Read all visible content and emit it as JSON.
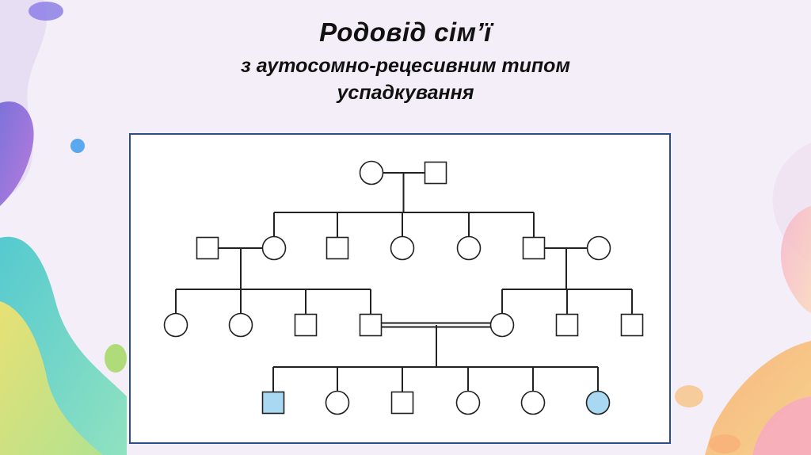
{
  "slide": {
    "title": "Родовід сім’ї",
    "subtitle_line1": "з аутосомно-рецесивним типом",
    "subtitle_line2": "успадкування"
  },
  "colors": {
    "line": "#222222",
    "affected_fill": "#a9d8f2",
    "unaffected_fill": "#ffffff",
    "frame": "#2c4e88"
  },
  "pedigree": {
    "individuals": [
      {
        "id": "I-1",
        "sex": "female",
        "affected": false
      },
      {
        "id": "I-2",
        "sex": "male",
        "affected": false
      },
      {
        "id": "II-1",
        "sex": "male",
        "affected": false
      },
      {
        "id": "II-2",
        "sex": "female",
        "affected": false
      },
      {
        "id": "II-3",
        "sex": "male",
        "affected": false
      },
      {
        "id": "II-4",
        "sex": "female",
        "affected": false
      },
      {
        "id": "II-5",
        "sex": "female",
        "affected": false
      },
      {
        "id": "II-6",
        "sex": "male",
        "affected": false
      },
      {
        "id": "II-7",
        "sex": "female",
        "affected": false
      },
      {
        "id": "III-1",
        "sex": "female",
        "affected": false
      },
      {
        "id": "III-2",
        "sex": "female",
        "affected": false
      },
      {
        "id": "III-3",
        "sex": "male",
        "affected": false
      },
      {
        "id": "III-4",
        "sex": "male",
        "affected": false
      },
      {
        "id": "III-5",
        "sex": "female",
        "affected": false
      },
      {
        "id": "III-6",
        "sex": "male",
        "affected": false
      },
      {
        "id": "III-7",
        "sex": "male",
        "affected": false
      },
      {
        "id": "IV-1",
        "sex": "male",
        "affected": true
      },
      {
        "id": "IV-2",
        "sex": "female",
        "affected": false
      },
      {
        "id": "IV-3",
        "sex": "male",
        "affected": false
      },
      {
        "id": "IV-4",
        "sex": "female",
        "affected": false
      },
      {
        "id": "IV-5",
        "sex": "female",
        "affected": false
      },
      {
        "id": "IV-6",
        "sex": "female",
        "affected": true
      }
    ],
    "unions": [
      {
        "partners": [
          "I-1",
          "I-2"
        ],
        "consanguineous": false,
        "children": [
          "II-2",
          "II-3",
          "II-4",
          "II-5",
          "II-6"
        ]
      },
      {
        "partners": [
          "II-1",
          "II-2"
        ],
        "consanguineous": false,
        "children": [
          "III-1",
          "III-2",
          "III-3",
          "III-4"
        ]
      },
      {
        "partners": [
          "II-6",
          "II-7"
        ],
        "consanguineous": false,
        "children": [
          "III-5",
          "III-6",
          "III-7"
        ]
      },
      {
        "partners": [
          "III-4",
          "III-5"
        ],
        "consanguineous": true,
        "children": [
          "IV-1",
          "IV-2",
          "IV-3",
          "IV-4",
          "IV-5",
          "IV-6"
        ]
      }
    ]
  }
}
